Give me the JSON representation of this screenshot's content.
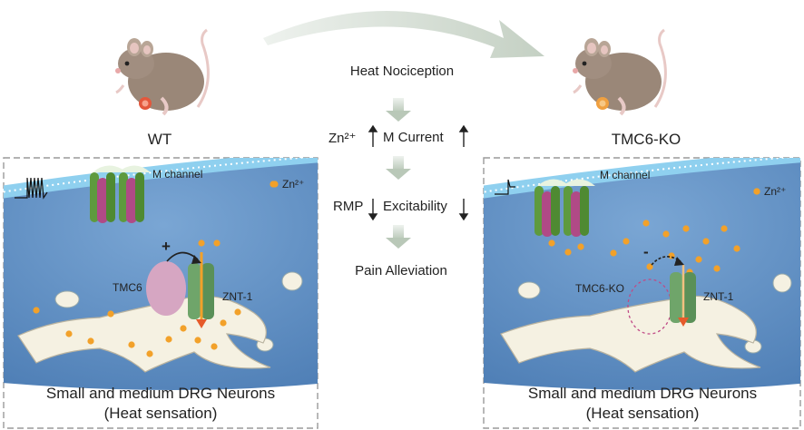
{
  "mice": {
    "left_label": "WT",
    "right_label": "TMC6-KO"
  },
  "center_flow": {
    "step1": "Heat Nociception",
    "zn": "Zn²⁺",
    "m_current": "M Current",
    "rmp": "RMP",
    "excitability": "Excitability",
    "step4": "Pain Alleviation"
  },
  "left_panel": {
    "m_channel": "M channel",
    "zn_legend": "Zn²⁺",
    "plus_sign": "+",
    "tmc6": "TMC6",
    "znt1": "ZNT-1",
    "caption_line1": "Small and medium DRG Neurons",
    "caption_line2": "(Heat sensation)"
  },
  "right_panel": {
    "m_channel": "M channel",
    "zn_legend": "Zn²⁺",
    "minus_sign": "-",
    "tmc6_ko": "TMC6-KO",
    "znt1": "ZNT-1",
    "caption_line1": "Small and medium DRG Neurons",
    "caption_line2": "(Heat sensation)"
  },
  "colors": {
    "cell_blue": "#5f8fc4",
    "membrane_blue": "#8fd0ef",
    "er_fill": "#f5f1e2",
    "m_channel_green": "#5e9a3e",
    "m_channel_magenta": "#b04a86",
    "tmc6_pink": "#d6a6c2",
    "znt1_green": "#6fa56a",
    "zn_orange": "#f2a12a",
    "arrow_gray": "#c7d2c6"
  }
}
